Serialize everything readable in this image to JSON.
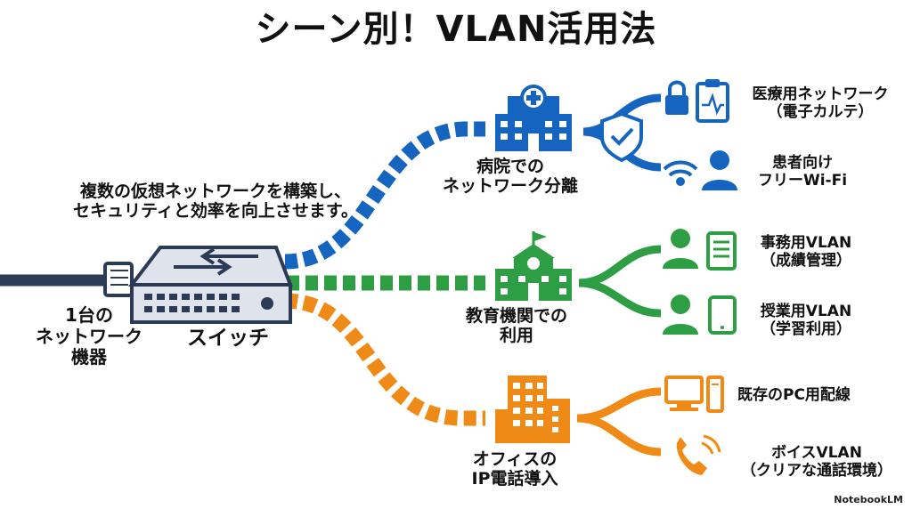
{
  "title": "シーン別！VLAN活用法",
  "note": {
    "line1": "複数の仮想ネットワークを構築し、",
    "line2": "セキュリティと効率を向上させます。"
  },
  "device": {
    "line1": "1台の",
    "line2": "ネットワーク",
    "line3": "機器"
  },
  "switch_label": "スイッチ",
  "branches": [
    {
      "scene_line1": "病院での",
      "scene_line2": "ネットワーク分離",
      "color": "#1565c0",
      "icon": "hospital-icon",
      "vlans": [
        {
          "line1": "医療用ネットワーク",
          "line2": "（電子カルテ）",
          "icons": [
            "lock-icon",
            "clipboard-icon"
          ]
        },
        {
          "line1": "患者向け",
          "line2": "フリーWi-Fi",
          "icons": [
            "wifi-icon",
            "patient-icon"
          ]
        }
      ]
    },
    {
      "scene_line1": "教育機関での",
      "scene_line2": "利用",
      "color": "#2e9e44",
      "icon": "school-icon",
      "vlans": [
        {
          "line1": "事務用VLAN",
          "line2": "（成績管理）",
          "icons": [
            "staff-icon",
            "document-icon"
          ]
        },
        {
          "line1": "授業用VLAN",
          "line2": "（学習利用）",
          "icons": [
            "student-icon",
            "tablet-icon"
          ]
        }
      ]
    },
    {
      "scene_line1": "オフィスの",
      "scene_line2": "IP電話導入",
      "color": "#ef8a17",
      "icon": "office-building-icon",
      "vlans": [
        {
          "line1": "既存のPC用配線",
          "icons": [
            "pc-icon"
          ]
        },
        {
          "line1": "ボイスVLAN",
          "line2": "（クリアな通話環境）",
          "icons": [
            "phone-icon"
          ]
        }
      ]
    }
  ],
  "shield_icon": "shield-check-icon",
  "brand": "NotebookLM"
}
